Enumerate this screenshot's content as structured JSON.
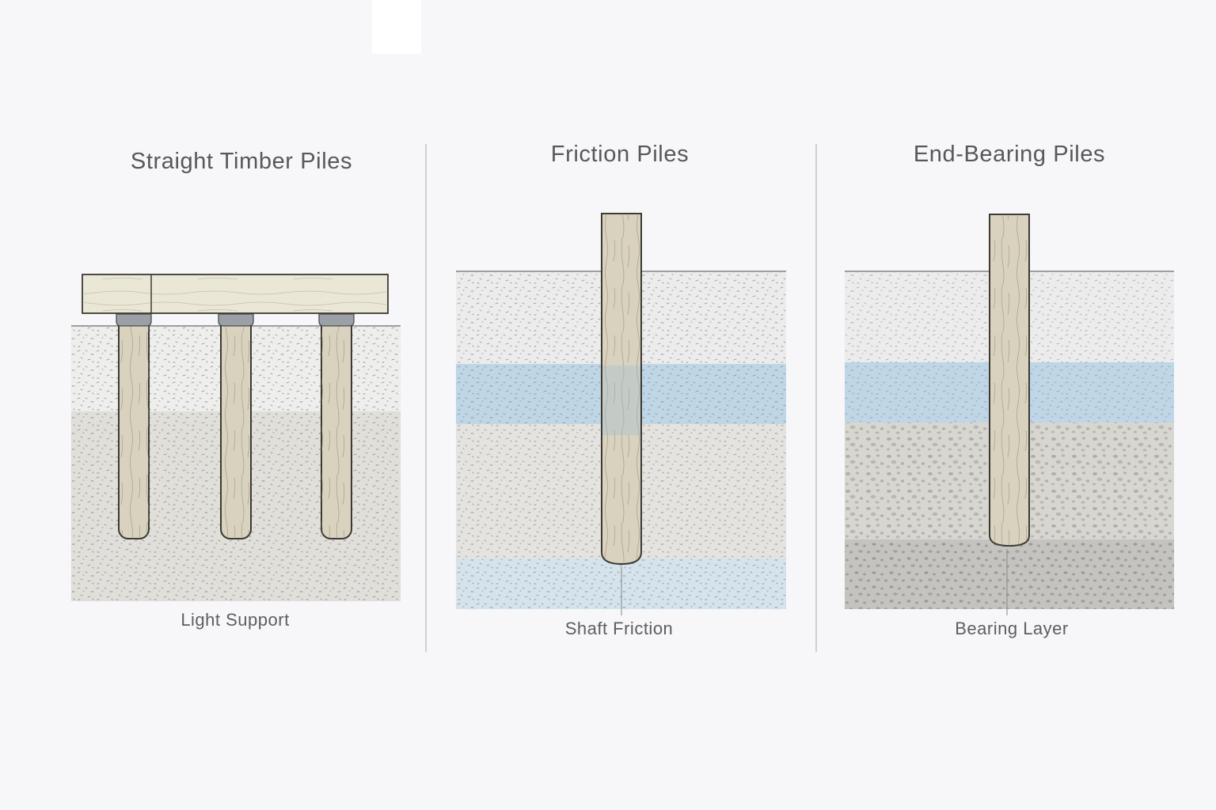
{
  "panels": [
    {
      "title": "Straight Timber Piles",
      "caption": "Light Support"
    },
    {
      "title": "Friction Piles",
      "caption": "Shaft Friction"
    },
    {
      "title": "End-Bearing Piles",
      "caption": "Bearing Layer"
    }
  ],
  "colors": {
    "background": "#f7f6f8",
    "soil_light": "#ebebea",
    "soil_mid": "#dcdad4",
    "water": "#b7d3e5",
    "gravel": "#d5d3cd",
    "bearing": "#c6c5c2",
    "timber": "#d9d2bf",
    "timber_edge": "#3c3a34",
    "beam": "#ebe7d6",
    "bracket": "#8e9398",
    "text": "#55585c"
  },
  "icons": [
    "timber-beam",
    "timber-pile",
    "pile-bracket",
    "soil-layer",
    "water-layer",
    "gravel-layer"
  ]
}
